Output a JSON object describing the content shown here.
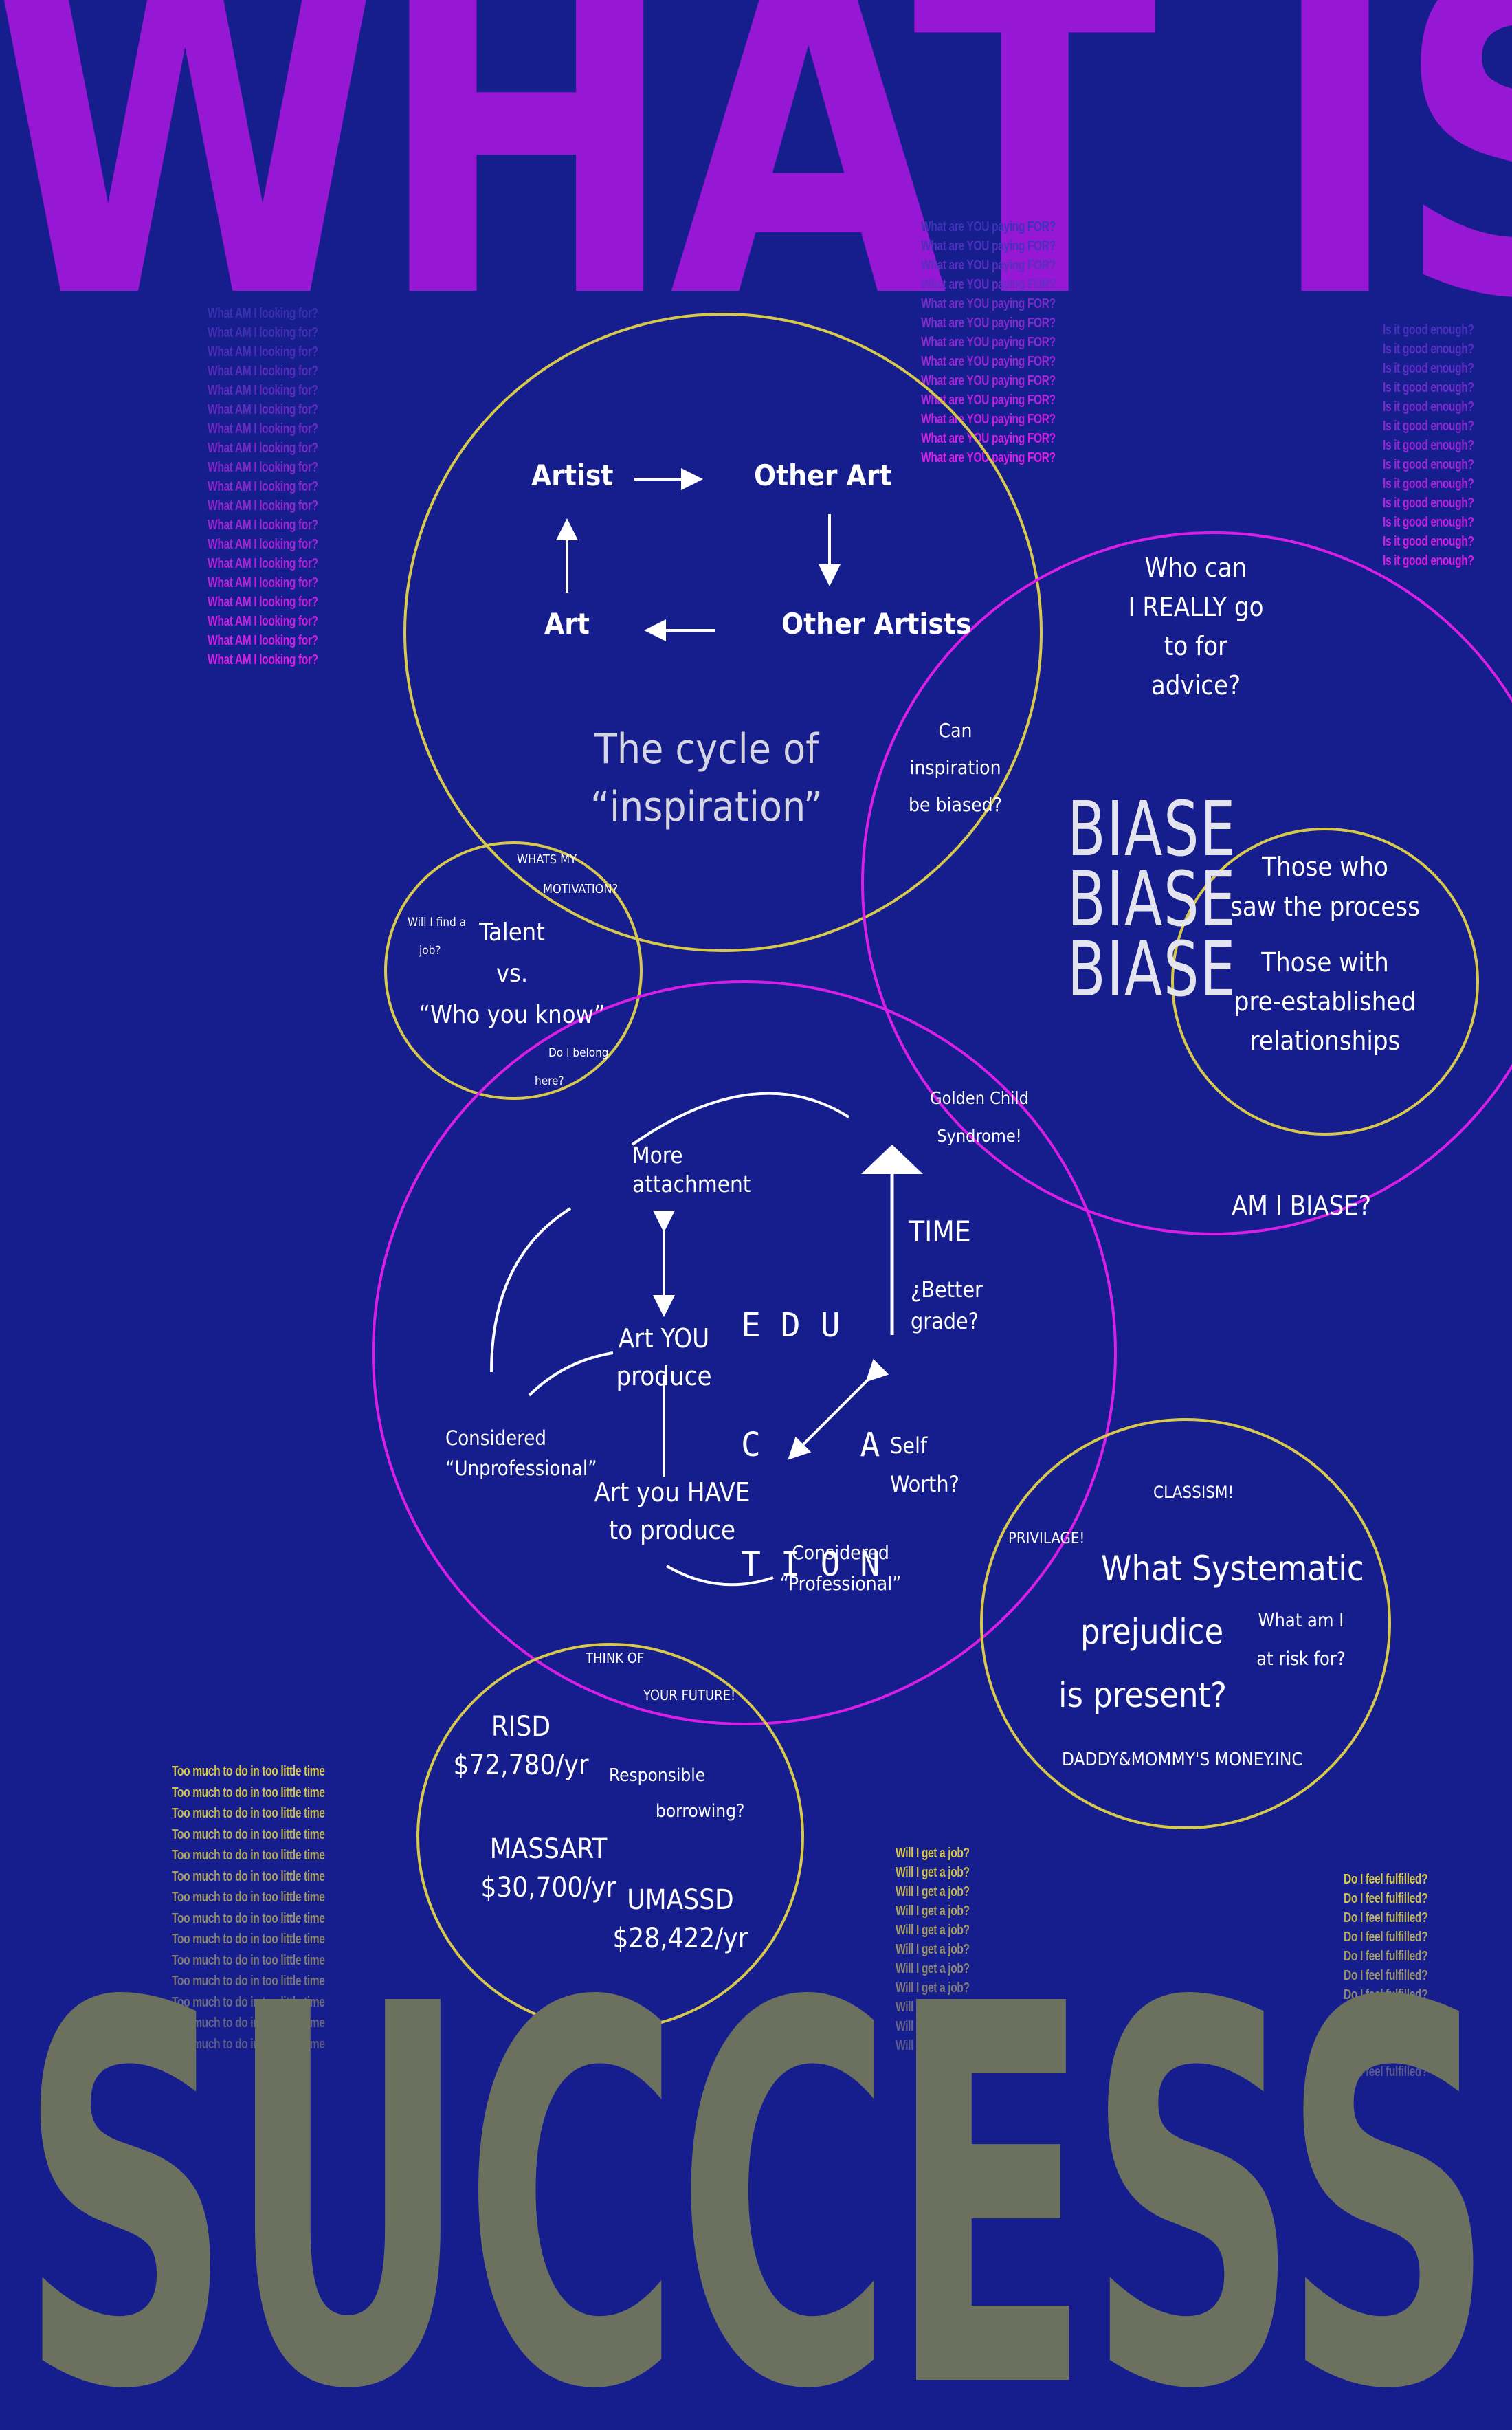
{
  "colors": {
    "background": "#161e8e",
    "purple": "#9617d4",
    "magenta": "#d91ee6",
    "yellow": "#d8c94a",
    "grey": "#6c715f",
    "white": "#ffffff",
    "light_grey": "#d6d6e2"
  },
  "headline": {
    "top": "WHAT IS",
    "bottom": "SUCCESS"
  },
  "repeated_texts": {
    "what_am_i_looking_for": {
      "text": "What AM I looking for?",
      "count": 19
    },
    "what_are_you_paying_for": {
      "text": "What are YOU paying FOR?",
      "count": 13
    },
    "is_it_good_enough": {
      "text": "Is it good enough?",
      "count": 13
    },
    "too_much_to_do": {
      "text": "Too much to do in too little time",
      "count": 14
    },
    "will_i_get_a_job": {
      "text": "Will I get a job?",
      "count": 11
    },
    "do_i_feel_fulfilled": {
      "text": "Do I feel fulfilled?",
      "count": 11
    }
  },
  "cycle": {
    "artist": "Artist",
    "other_art": "Other Art",
    "other_artists": "Other Artists",
    "art": "Art",
    "title_line1": "The cycle of",
    "title_line2": "“inspiration”",
    "can_inspiration_line1": "Can",
    "can_inspiration_line2": "inspiration",
    "can_inspiration_line3": "be biased?"
  },
  "bias": {
    "advice_line1": "Who can",
    "advice_line2": "I REALLY go",
    "advice_line3": "to for",
    "advice_line4": "advice?",
    "biase1": "BIASE",
    "biase2": "BIASE",
    "biase3": "BIASE",
    "those_who_line1": "Those who",
    "those_who_line2": "saw the process",
    "those_with_line1": "Those with",
    "those_with_line2": "pre-established",
    "those_with_line3": "relationships",
    "golden_line1": "Golden Child",
    "golden_line2": "Syndrome!",
    "am_i_biase": "AM I BIASE?"
  },
  "talent": {
    "motivation_line1": "WHATS MY",
    "motivation_line2": "MOTIVATION?",
    "job_line1": "Will I find a",
    "job_line2": "job?",
    "talent_line1": "Talent",
    "talent_line2": "vs.",
    "talent_line3": "“Who you know”",
    "belong_line1": "Do I belong",
    "belong_line2": "here?"
  },
  "education": {
    "more_attachment_line1": "More",
    "more_attachment_line2": "attachment",
    "edu_row1": "E D U",
    "edu_row2": "C     A",
    "edu_row3": "T I O N",
    "time": "TIME",
    "better_grade_line1": "¿Better",
    "better_grade_line2": "grade?",
    "art_you_produce_line1": "Art YOU",
    "art_you_produce_line2": "produce",
    "unprofessional_line1": "Considered",
    "unprofessional_line2": "“Unprofessional”",
    "self_worth_line1": "Self",
    "self_worth_line2": "Worth?",
    "art_have_line1": "Art you HAVE",
    "art_have_line2": "to produce",
    "professional_line1": "Considered",
    "professional_line2": "“Professional”"
  },
  "prejudice": {
    "classism": "CLASSISM!",
    "privilage": "PRIVILAGE!",
    "title_line1": "What Systematic",
    "title_line2": "prejudice",
    "title_line3": "is present?",
    "risk_line1": "What am I",
    "risk_line2": "at risk for?",
    "money": "DADDY&MOMMY'S MONEY.INC"
  },
  "tuition": {
    "future_line1": "THINK OF",
    "future_line2": "YOUR FUTURE!",
    "risd_name": "RISD",
    "risd_cost": "$72,780/yr",
    "borrowing_line1": "Responsible",
    "borrowing_line2": "borrowing?",
    "massart_name": "MASSART",
    "massart_cost": "$30,700/yr",
    "umassd_name": "UMASSD",
    "umassd_cost": "$28,422/yr"
  }
}
